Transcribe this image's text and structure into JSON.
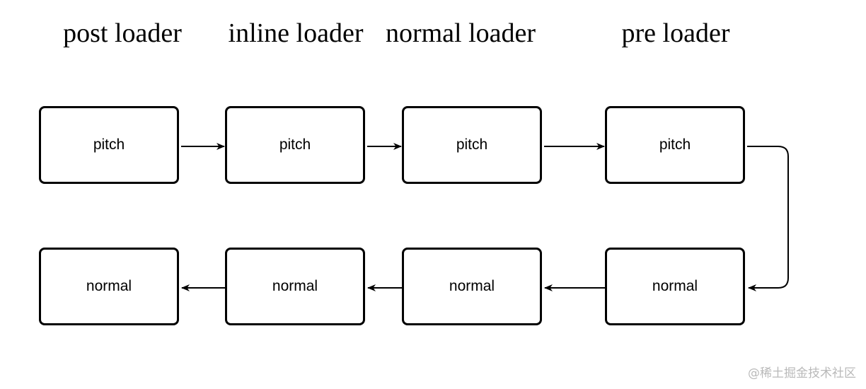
{
  "columns": [
    {
      "title": "post loader"
    },
    {
      "title": "inline loader"
    },
    {
      "title": "normal loader"
    },
    {
      "title": "pre loader"
    }
  ],
  "rows": {
    "pitch_label": "pitch",
    "normal_label": "normal"
  },
  "watermark": "@稀土掘金技术社区",
  "colors": {
    "stroke": "#000000",
    "background": "#ffffff",
    "watermark": "#b9b9b9"
  }
}
